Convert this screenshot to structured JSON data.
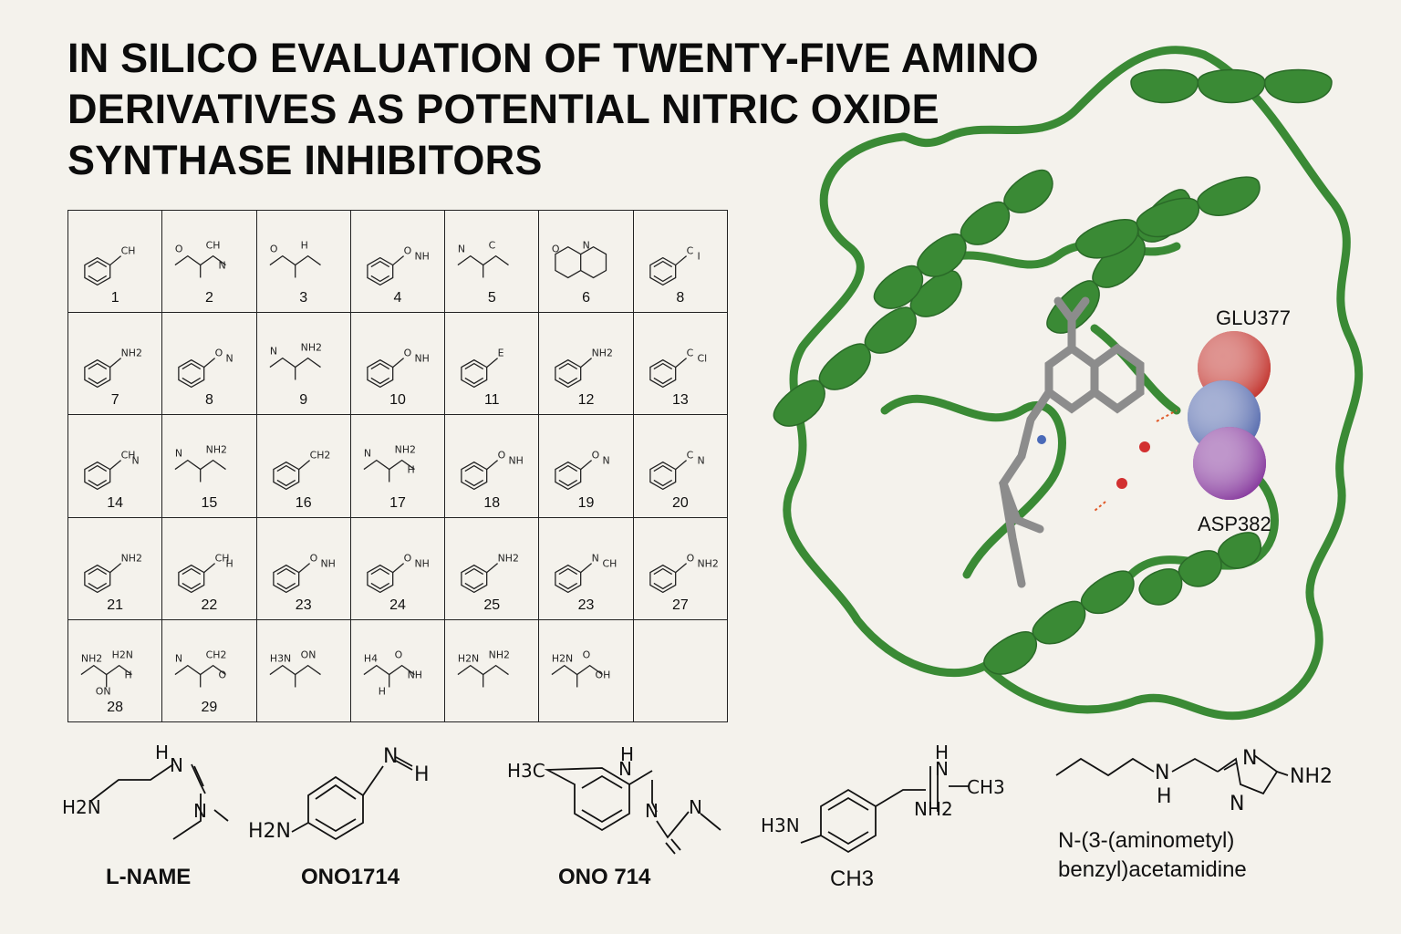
{
  "title": {
    "line1": "IN SILICO EVALUATION OF TWENTY-FIVE AMINO",
    "line2": "DERIVATIVES AS POTENTIAL NITRIC OXIDE",
    "line3": "SYNTHASE INHIBITORS"
  },
  "compounds": [
    {
      "num": "1",
      "motif": "benzene",
      "labels": [
        "CH"
      ]
    },
    {
      "num": "2",
      "motif": "chain",
      "labels": [
        "O",
        "CH",
        "N"
      ]
    },
    {
      "num": "3",
      "motif": "chain",
      "labels": [
        "O",
        "H"
      ]
    },
    {
      "num": "4",
      "motif": "benzene",
      "labels": [
        "O",
        "NH"
      ]
    },
    {
      "num": "5",
      "motif": "chain",
      "labels": [
        "N",
        "C"
      ]
    },
    {
      "num": "6",
      "motif": "bicyclic",
      "labels": [
        "O",
        "N"
      ]
    },
    {
      "num": "8",
      "motif": "benzene",
      "labels": [
        "C",
        "I"
      ]
    },
    {
      "num": "7",
      "motif": "benzene",
      "labels": [
        "NH2"
      ]
    },
    {
      "num": "8",
      "motif": "benzene",
      "labels": [
        "O",
        "N"
      ]
    },
    {
      "num": "9",
      "motif": "chain",
      "labels": [
        "N",
        "NH2"
      ]
    },
    {
      "num": "10",
      "motif": "benzene",
      "labels": [
        "O",
        "NH"
      ]
    },
    {
      "num": "11",
      "motif": "benzene",
      "labels": [
        "E"
      ]
    },
    {
      "num": "12",
      "motif": "benzene",
      "labels": [
        "NH2"
      ]
    },
    {
      "num": "13",
      "motif": "benzene",
      "labels": [
        "C",
        "Cl"
      ]
    },
    {
      "num": "14",
      "motif": "pyridine",
      "labels": [
        "CH",
        "N"
      ]
    },
    {
      "num": "15",
      "motif": "chain",
      "labels": [
        "N",
        "NH2"
      ]
    },
    {
      "num": "16",
      "motif": "benzene",
      "labels": [
        "CH2"
      ]
    },
    {
      "num": "17",
      "motif": "chain",
      "labels": [
        "N",
        "NH2",
        "H"
      ]
    },
    {
      "num": "18",
      "motif": "benzene",
      "labels": [
        "O",
        "NH"
      ]
    },
    {
      "num": "19",
      "motif": "benzene",
      "labels": [
        "O",
        "N"
      ]
    },
    {
      "num": "20",
      "motif": "benzene",
      "labels": [
        "C",
        "N"
      ]
    },
    {
      "num": "21",
      "motif": "benzene",
      "labels": [
        "NH2"
      ]
    },
    {
      "num": "22",
      "motif": "benzene",
      "labels": [
        "CH",
        "H"
      ]
    },
    {
      "num": "23",
      "motif": "benzene",
      "labels": [
        "O",
        "NH"
      ]
    },
    {
      "num": "24",
      "motif": "benzene",
      "labels": [
        "O",
        "NH"
      ]
    },
    {
      "num": "25",
      "motif": "benzene",
      "labels": [
        "NH2"
      ]
    },
    {
      "num": "23",
      "motif": "benzene",
      "labels": [
        "N",
        "CH"
      ]
    },
    {
      "num": "27",
      "motif": "benzene",
      "labels": [
        "O",
        "NH2"
      ]
    },
    {
      "num": "28",
      "motif": "chain",
      "labels": [
        "NH2",
        "H2N",
        "H",
        "ON"
      ]
    },
    {
      "num": "29",
      "motif": "chain",
      "labels": [
        "N",
        "CH2",
        "O"
      ]
    },
    {
      "num": "",
      "motif": "chain",
      "labels": [
        "H3N",
        "ON"
      ]
    },
    {
      "num": "",
      "motif": "chain",
      "labels": [
        "H4",
        "O",
        "NH",
        "H"
      ]
    },
    {
      "num": "",
      "motif": "chain",
      "labels": [
        "H2N",
        "NH2"
      ]
    },
    {
      "num": "",
      "motif": "chain",
      "labels": [
        "H2N",
        "O",
        "OH"
      ]
    },
    {
      "num": "",
      "motif": "empty",
      "labels": []
    }
  ],
  "protein": {
    "helix_color": "#3a8a35",
    "ligand_color": "#8a8a8a",
    "residues": [
      {
        "label": "GLU377",
        "color": "#c43a34"
      },
      {
        "label": "",
        "color": "#5b6fb0"
      },
      {
        "label": "ASP382",
        "color": "#8a3fa0"
      }
    ]
  },
  "references": [
    {
      "name": "L-NAME",
      "atoms": [
        "H",
        "N",
        "H2N",
        "N"
      ]
    },
    {
      "name": "ONO1714",
      "atoms": [
        "N",
        "H",
        "H2N"
      ]
    },
    {
      "name": "ONO 714",
      "atoms": [
        "H3C",
        "H",
        "N",
        "N",
        "N"
      ]
    },
    {
      "name": "CH3",
      "atoms": [
        "H",
        "N",
        "CH3",
        "NH2",
        "H3N"
      ]
    },
    {
      "name": "N-(3-(aminometyl)",
      "name2": "benzyl)acetamidine",
      "atoms": [
        "N",
        "H",
        "N",
        "NH2",
        "N"
      ]
    }
  ]
}
